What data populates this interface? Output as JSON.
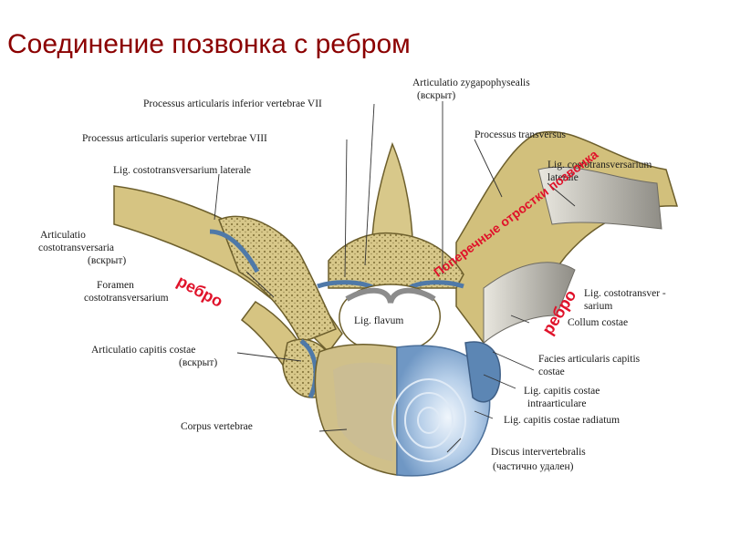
{
  "slide": {
    "title": "Соединение позвонка с ребром"
  },
  "figure": {
    "labels": {
      "art_zyg": "Articulatio zygapophysealis",
      "art_zyg_note": "(вскрыт)",
      "proc_inf": "Processus articularis inferior vertebrae VII",
      "proc_sup": "Processus articularis superior  vertebrae VIII",
      "lig_ct_lat": "Lig. costotransversarium laterale",
      "art_ct_1": "Articulatio",
      "art_ct_2": "costotransversaria",
      "art_ct_note": "(вскрыт)",
      "foramen_1": "Foramen",
      "foramen_2": "costotransversarium",
      "lig_flavum": "Lig. flavum",
      "art_capitis": "Articulatio capitis costae",
      "art_capitis_note": "(вскрыт)",
      "corpus": "Corpus vertebrae",
      "proc_trans": "Processus transversus",
      "lig_ct_lat_r1": "Lig. costotransversarium",
      "lig_ct_lat_r2": "laterale",
      "lig_ct_r1": "Lig. costotransver -",
      "lig_ct_r2": "sarium",
      "collum": "Collum costae",
      "facies_1": "Facies articularis capitis",
      "facies_2": "costae",
      "lig_intra_1": "Lig. capitis costae",
      "lig_intra_2": "intraarticulare",
      "lig_rad": "Lig. capitis costae radiatum",
      "discus": "Discus intervertebralis",
      "discus_note": "(частично удален)"
    },
    "annotations": {
      "rib_left": "ребро",
      "rib_right": "ребро",
      "transverse": "Поперечные отростки позвонка"
    },
    "colors": {
      "bone": "#d8c88a",
      "ligament": "#c9c7bf",
      "cartilage": "#5c86b4",
      "disc": "#a9c6e6",
      "annotation": "#e0122a"
    }
  }
}
